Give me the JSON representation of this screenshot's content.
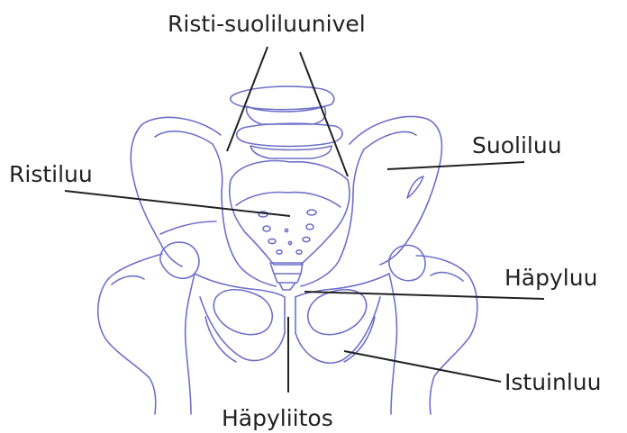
{
  "labels": {
    "sacroiliac_joint": "Risti-suoliluunivel",
    "ilium": "Suoliluu",
    "sacrum": "Ristiluu",
    "pubis": "Häpyluu",
    "ischium": "Istuinluu",
    "pubic_symphysis": "Häpyliitos"
  },
  "colors": {
    "bone_outline": "#6f70c9",
    "leader_line": "#222222",
    "text": "#222222",
    "background": "#ffffff"
  }
}
